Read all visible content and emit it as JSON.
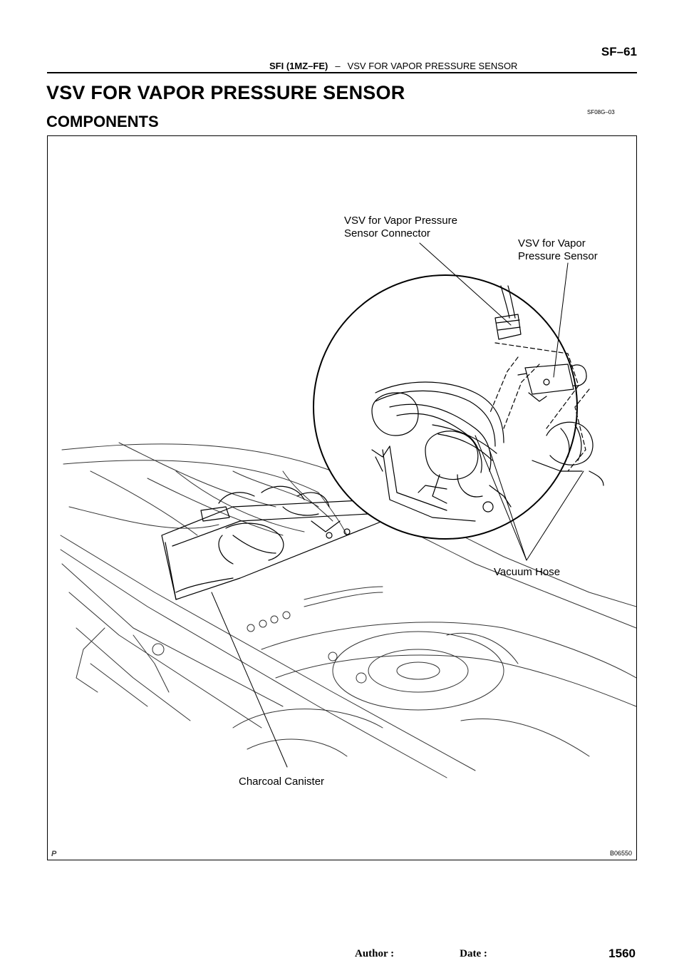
{
  "header": {
    "page_number": "SF–61",
    "section": "SFI (1MZ–FE)",
    "dash": "–",
    "topic": "VSV FOR VAPOR PRESSURE SENSOR"
  },
  "title": "VSV FOR VAPOR PRESSURE SENSOR",
  "doc_code": "SF08G–03",
  "subtitle": "COMPONENTS",
  "figure": {
    "callouts": {
      "connector_line1": "VSV for Vapor Pressure",
      "connector_line2": "Sensor Connector",
      "vsv_line1": "VSV for Vapor",
      "vsv_line2": "Pressure Sensor",
      "vacuum_hose": "Vacuum Hose",
      "charcoal_canister": "Charcoal Canister"
    },
    "figure_id": "B06550",
    "p_mark": "P"
  },
  "footer": {
    "author_label": "Author :",
    "date_label": "Date :",
    "page_num": "1560"
  }
}
